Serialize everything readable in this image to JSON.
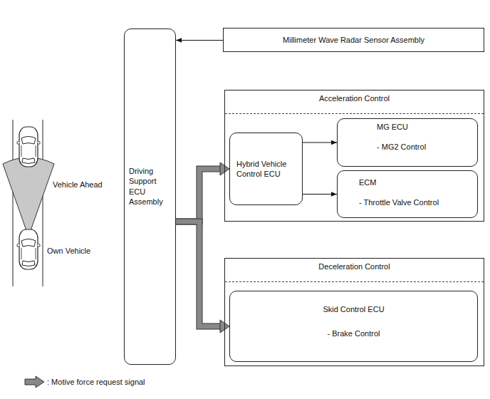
{
  "diagram": {
    "nodes": [
      {
        "text": [
          "Millimeter Wave Radar Sensor Assembly"
        ]
      },
      {
        "text": [
          "Driving Support ECU Assembly"
        ]
      },
      {
        "text": [
          "Acceleration Control"
        ]
      },
      {
        "text": [
          "Hybrid Vehicle Control ECU"
        ],
        "in": 2
      },
      {
        "text": [
          "MG ECU",
          "- MG2 Control"
        ],
        "in": 2
      },
      {
        "text": [
          "ECM",
          "- Throttle Valve Control"
        ],
        "in": 2
      },
      {
        "text": [
          "Deceleration Control"
        ]
      },
      {
        "text": [
          "Skid Control ECU",
          "- Brake Control"
        ],
        "in": 6
      }
    ],
    "edges": [
      {
        "from": 0,
        "to": 1,
        "arrow": "to"
      },
      {
        "from": 1,
        "to": 3,
        "arrow": "to"
      },
      {
        "from": 1,
        "to": 7,
        "arrow": "to"
      },
      {
        "from": 3,
        "to": 4,
        "arrow": "to"
      },
      {
        "from": 3,
        "to": 5,
        "arrow": "to"
      }
    ],
    "labels": [
      "Vehicle Ahead",
      "Own Vehicle"
    ],
    "legend": [
      {
        "text": ": Motive force request signal"
      }
    ]
  }
}
